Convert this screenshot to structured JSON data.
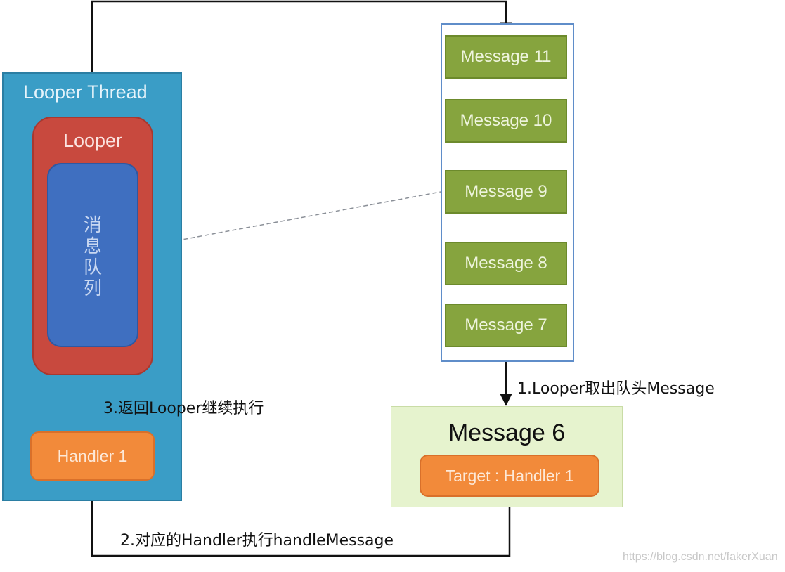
{
  "looper_thread": {
    "title": "Looper Thread"
  },
  "looper": {
    "title": "Looper",
    "queue_label": "消\n息\n队\n列"
  },
  "handler": {
    "label": "Handler 1"
  },
  "queue_messages": [
    "Message 11",
    "Message 10",
    "Message 9",
    "Message 8",
    "Message 7"
  ],
  "message_6": {
    "title": "Message 6",
    "target": "Target : Handler 1"
  },
  "annotations": {
    "step1": "1.Looper取出队头Message",
    "step2": "2.对应的Handler执行handleMessage",
    "step3": "3.返回Looper继续执行"
  },
  "watermark": "https://blog.csdn.net/fakerXuan",
  "colors": {
    "thread_bg": "#3a9dc6",
    "looper_bg": "#c8493e",
    "queue_bg": "#3f6fc0",
    "handler_bg": "#f28a3a",
    "message_bg": "#86a43e",
    "message6_bg": "#e6f3ce"
  }
}
